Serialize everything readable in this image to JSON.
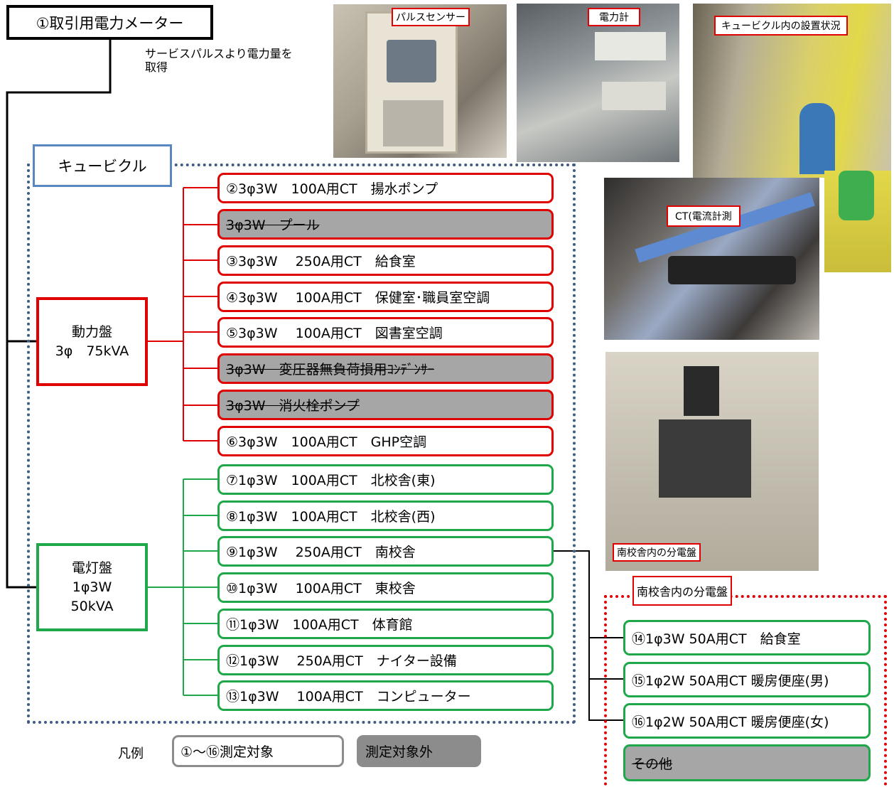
{
  "meter": {
    "label": "①取引用電力メーター",
    "note_line1": "サービスパルスより電力量を",
    "note_line2": "取得"
  },
  "cubicle": {
    "label": "キュービクル"
  },
  "power_panel": {
    "name": "動力盤",
    "spec": "3φ　75kVA"
  },
  "lighting_panel": {
    "name": "電灯盤",
    "spec1": "1φ3W",
    "spec2": "50kVA"
  },
  "power_circuits": [
    {
      "text": "②3φ3W　100A用CT　揚水ポンプ",
      "measured": true
    },
    {
      "text": "3φ3W　プール",
      "measured": false
    },
    {
      "text": "③3φ3W　 250A用CT　給食室",
      "measured": true
    },
    {
      "text": "④3φ3W　 100A用CT　保健室･職員室空調",
      "measured": true
    },
    {
      "text": "⑤3φ3W　 100A用CT　図書室空調",
      "measured": true
    },
    {
      "text": "3φ3W　変圧器無負荷損用ｺﾝﾃﾞﾝｻｰ",
      "measured": false
    },
    {
      "text": "3φ3W　消火栓ポンプ",
      "measured": false
    },
    {
      "text": "⑥3φ3W　100A用CT　GHP空調",
      "measured": true
    }
  ],
  "lighting_circuits": [
    {
      "text": "⑦1φ3W　100A用CT　北校舎(東)"
    },
    {
      "text": "⑧1φ3W　100A用CT　北校舎(西)"
    },
    {
      "text": "⑨1φ3W　 250A用CT　南校舎"
    },
    {
      "text": "⑩1φ3W　 100A用CT　東校舎"
    },
    {
      "text": "⑪1φ3W　100A用CT　体育館"
    },
    {
      "text": "⑫1φ3W　 250A用CT　ナイター設備"
    },
    {
      "text": "⑬1φ3W　 100A用CT　コンピューター"
    }
  ],
  "south_panel": {
    "label": "南校舎内の分電盤",
    "circuits": [
      {
        "text": "⑭1φ3W 50A用CT　給食室",
        "measured": true
      },
      {
        "text": "⑮1φ2W 50A用CT 暖房便座(男)",
        "measured": true
      },
      {
        "text": "⑯1φ2W 50A用CT 暖房便座(女)",
        "measured": true
      },
      {
        "text": "その他",
        "measured": false
      }
    ]
  },
  "photos": {
    "pulse_sensor": "パルスセンサー",
    "power_meter": "電力計",
    "cubicle_install": "キュービクル内の設置状況",
    "ct": "CT(電流計測",
    "south_distribution": "南校舎内の分電盤"
  },
  "legend": {
    "title": "凡例",
    "measured": "①～⑯測定対象",
    "not_measured": "測定対象外"
  },
  "colors": {
    "power": "#e00000",
    "lighting": "#1ea84a",
    "cubicle": "#3f5b86",
    "excluded": "#a6a6a6"
  }
}
